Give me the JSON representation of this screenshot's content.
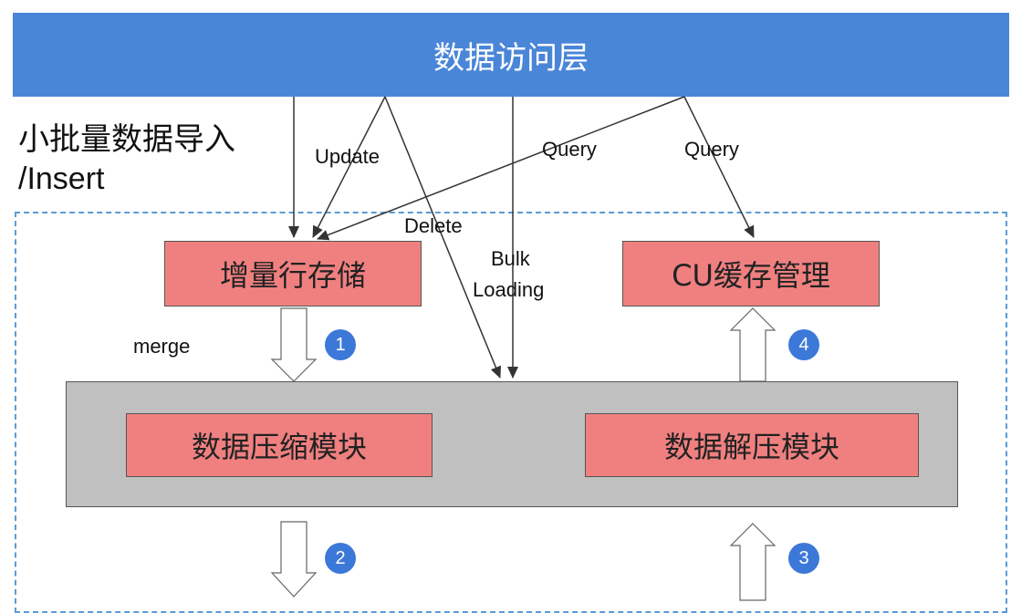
{
  "top_layer": {
    "label": "数据访问层"
  },
  "side_label": {
    "line1": "小批量数据导入",
    "line2": "/Insert"
  },
  "boxes": {
    "incremental_row_store": "增量行存储",
    "cu_cache_mgmt": "CU缓存管理",
    "compress_module": "数据压缩模块",
    "decompress_module": "数据解压模块"
  },
  "edge_labels": {
    "update": "Update",
    "delete": "Delete",
    "bulk": "Bulk",
    "loading": "Loading",
    "query_left": "Query",
    "query_right": "Query",
    "merge": "merge"
  },
  "badges": {
    "b1": "1",
    "b2": "2",
    "b3": "3",
    "b4": "4"
  },
  "colors": {
    "top_layer": "#4a86d8",
    "module_fill": "#f08080",
    "container_fill": "#c0c0c0",
    "badge": "#3c78d8",
    "dashed_border": "#5b9bd5"
  }
}
